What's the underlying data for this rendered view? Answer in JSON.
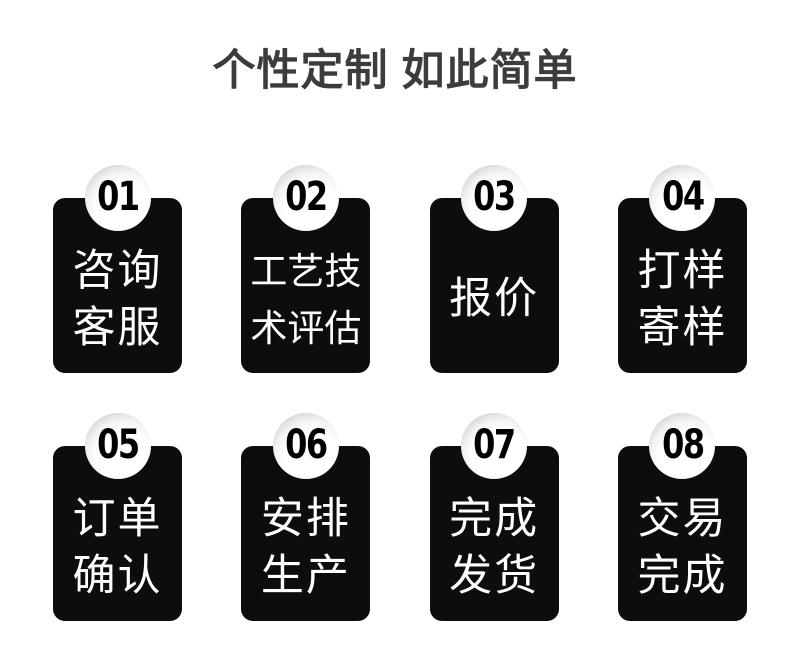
{
  "page": {
    "title": "个性定制 如此简单"
  },
  "colors": {
    "background": "#ffffff",
    "title_text": "#3c3c3c",
    "card_background": "#0d0d0d",
    "card_text": "#ffffff",
    "badge_fill": "#ffffff",
    "badge_rim_shadow": "#999999",
    "badge_number": "#000000"
  },
  "steps": [
    {
      "number": "01",
      "lines": [
        "咨询",
        "客服"
      ]
    },
    {
      "number": "02",
      "lines": [
        "工艺技",
        "术评估"
      ]
    },
    {
      "number": "03",
      "lines": [
        "报价"
      ]
    },
    {
      "number": "04",
      "lines": [
        "打样",
        "寄样"
      ]
    },
    {
      "number": "05",
      "lines": [
        "订单",
        "确认"
      ]
    },
    {
      "number": "06",
      "lines": [
        "安排",
        "生产"
      ]
    },
    {
      "number": "07",
      "lines": [
        "完成",
        "发货"
      ]
    },
    {
      "number": "08",
      "lines": [
        "交易",
        "完成"
      ]
    }
  ]
}
